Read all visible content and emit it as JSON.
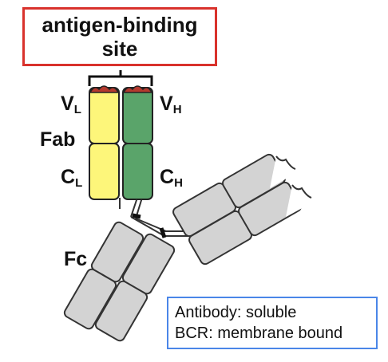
{
  "title": {
    "line1": "antigen-binding",
    "line2": "site"
  },
  "labels": {
    "vl": {
      "main": "V",
      "sub": "L"
    },
    "vh": {
      "main": "V",
      "sub": "H"
    },
    "cl": {
      "main": "C",
      "sub": "L"
    },
    "ch": {
      "main": "C",
      "sub": "H"
    },
    "fab": "Fab",
    "fc": "Fc"
  },
  "note": {
    "line1": "Antibody: soluble",
    "line2": "BCR: membrane bound"
  },
  "colors": {
    "light_chain": "#fdf67a",
    "heavy_chain": "#5aa46a",
    "constant_gray": "#d3d3d3",
    "binding_site": "#b53a2e",
    "outline": "#222222",
    "title_border": "#d9322c",
    "note_border": "#4a86e8"
  }
}
